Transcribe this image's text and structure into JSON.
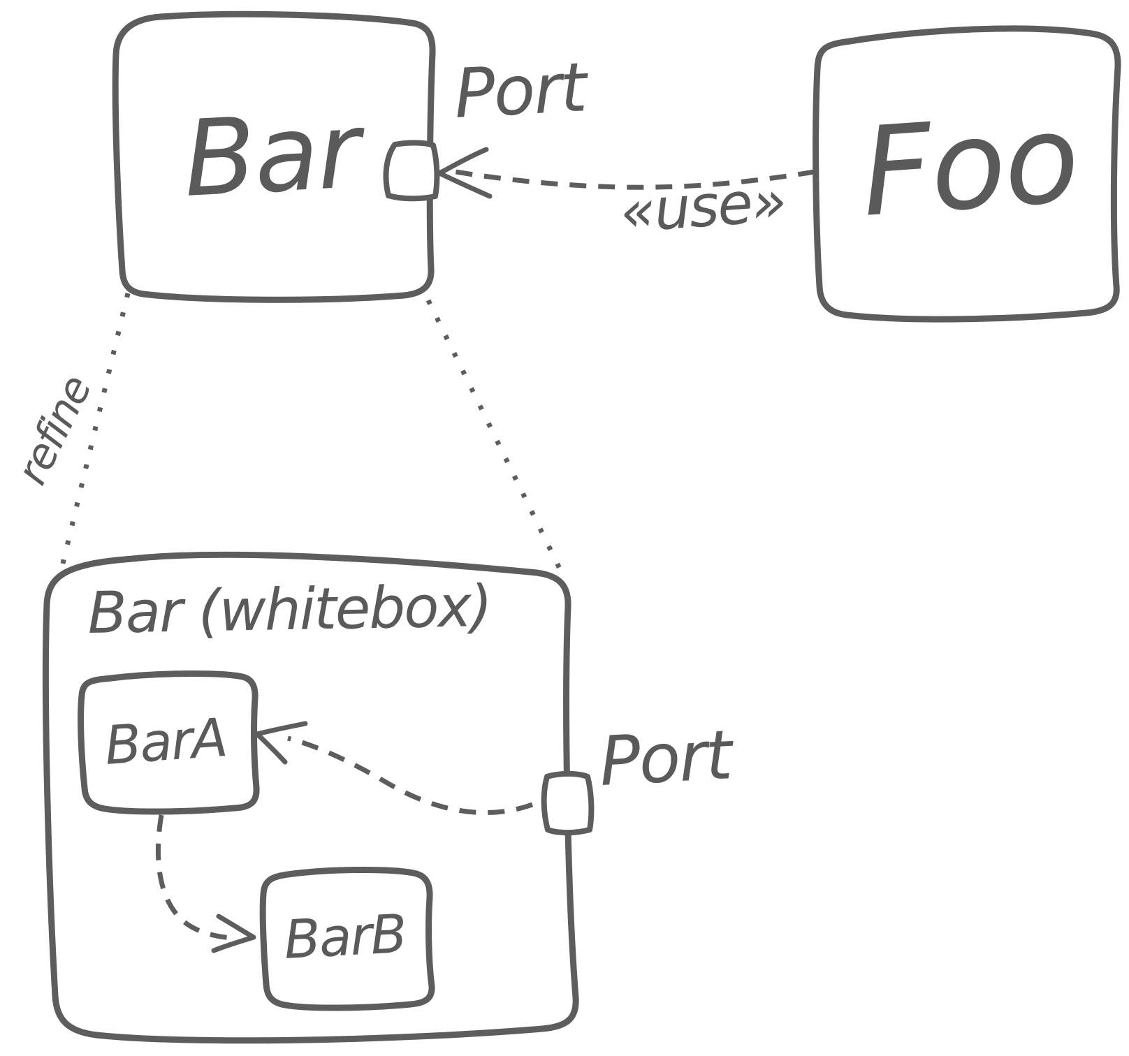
{
  "canvas": {
    "background": "#ffffff",
    "stroke_color": "#5d5d5d",
    "text_color": "#5a5a5a"
  },
  "blackbox": {
    "label": "Bar",
    "port_label": "Port"
  },
  "foo_box": {
    "label": "Foo"
  },
  "connections": {
    "use_label": "«use»",
    "refine_label": "refine"
  },
  "whitebox": {
    "title": "Bar (whitebox)",
    "port_label": "Port",
    "inner_a_label": "BarA",
    "inner_b_label": "BarB"
  }
}
